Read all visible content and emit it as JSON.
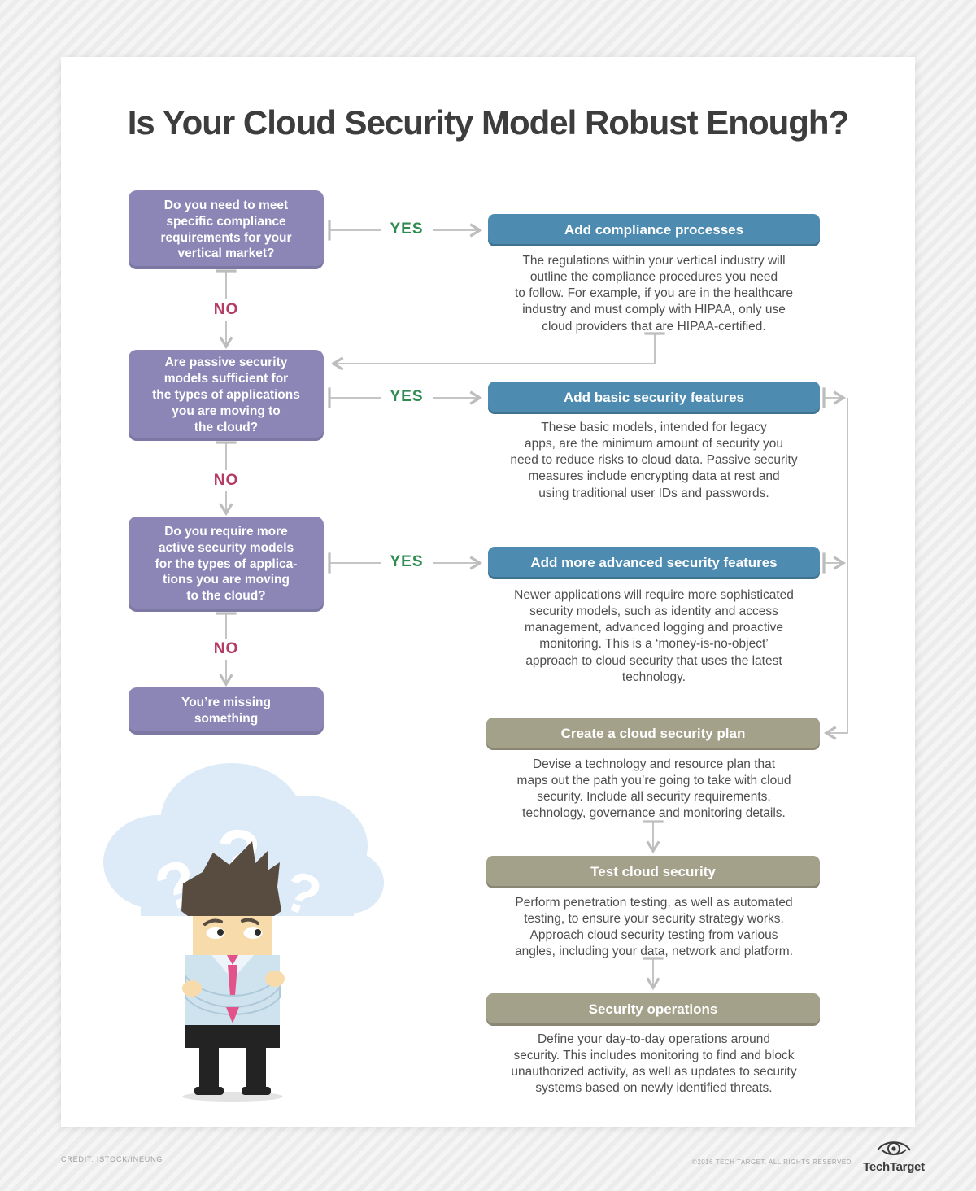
{
  "page": {
    "title": "Is Your Cloud Security Model Robust Enough?"
  },
  "flowchart": {
    "yes_label": "YES",
    "no_label": "NO",
    "decisions": [
      {
        "text": "Do you need to meet\nspecific compliance\nrequirements for your\nvertical market?"
      },
      {
        "text": "Are passive security\nmodels sufficient for\nthe types of applications\nyou are moving to\nthe cloud?"
      },
      {
        "text": "Do you require more\nactive security models\nfor the types of applica-\ntions you are moving\nto the cloud?"
      },
      {
        "text": "You’re missing\nsomething"
      }
    ],
    "answers": [
      {
        "title": "Add compliance processes",
        "description": "The regulations within your vertical industry will\noutline the compliance procedures you need\nto follow. For example, if you are in the healthcare\nindustry and must comply with HIPAA, only use\ncloud providers that are HIPAA-certified."
      },
      {
        "title": "Add basic security features",
        "description": "These basic models, intended for legacy\napps, are the minimum amount of security you\nneed to reduce risks to cloud data. Passive security\nmeasures include encrypting data at rest and\nusing traditional user IDs and passwords."
      },
      {
        "title": "Add more advanced security features",
        "description": "Newer applications will require more sophisticated\nsecurity models, such as identity and access\nmanagement, advanced logging and proactive\nmonitoring. This is a ‘money-is-no-object’\napproach to cloud security that uses the latest\ntechnology."
      }
    ],
    "steps": [
      {
        "title": "Create a cloud security plan",
        "description": "Devise a technology and resource plan that\nmaps out the path you’re going to take with cloud\nsecurity. Include all security requirements,\ntechnology, governance and monitoring details."
      },
      {
        "title": "Test cloud security",
        "description": "Perform penetration testing, as well as automated\ntesting, to ensure your security strategy works.\nApproach cloud security testing from various\nangles, including your data, network and platform."
      },
      {
        "title": "Security operations",
        "description": "Define your day-to-day operations around\nsecurity. This includes monitoring to find and block\nunauthorized activity, as well as updates to security\nsystems based on newly identified threats."
      }
    ]
  },
  "illustration": {
    "question_mark": "?"
  },
  "footer": {
    "credit": "CREDIT: ISTOCK/INEUNG",
    "copyright": "©2016 TECH TARGET. ALL RIGHTS RESERVED",
    "brand": "TechTarget"
  },
  "colors": {
    "decision_purple": "#8b86b6",
    "answer_blue": "#4d8bb0",
    "step_olive": "#a4a18a",
    "yes_green": "#2f8b50",
    "no_pink": "#b53a66",
    "connector_gray": "#bdbdbd"
  }
}
